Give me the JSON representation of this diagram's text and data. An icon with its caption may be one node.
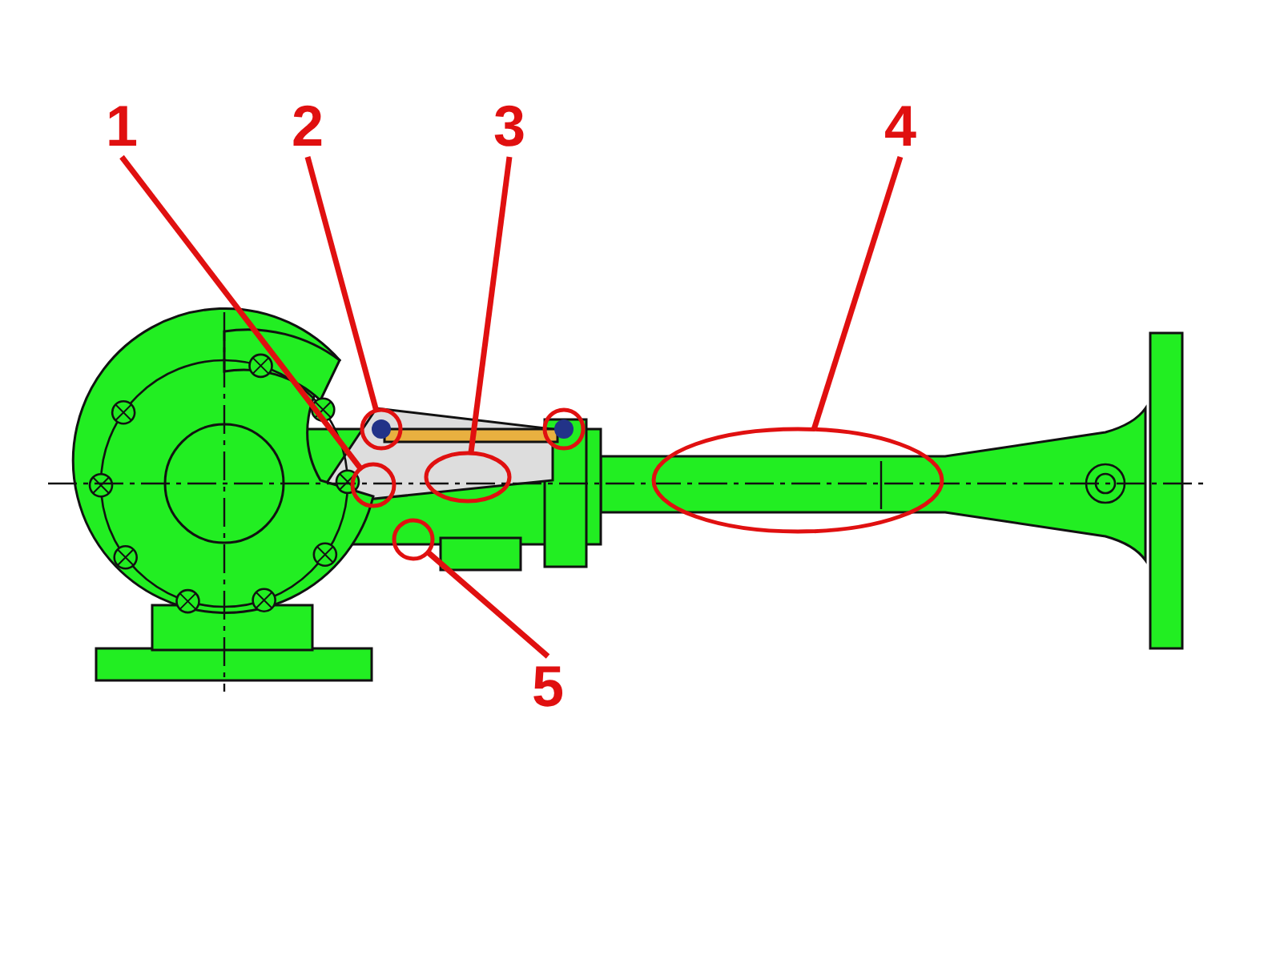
{
  "diagram": {
    "nodes": [
      {
        "text": [
          "1"
        ]
      },
      {
        "text": [
          "2"
        ]
      },
      {
        "text": [
          "3"
        ]
      },
      {
        "text": [
          "4"
        ]
      },
      {
        "text": [
          "5"
        ]
      },
      {
        "text": [],
        "shape": "circle"
      },
      {
        "text": [],
        "shape": "circle"
      },
      {
        "text": [],
        "shape": "circle"
      },
      {
        "text": [],
        "shape": "ellipse"
      },
      {
        "text": [],
        "shape": "circle"
      },
      {
        "text": [],
        "shape": "ellipse"
      }
    ],
    "edges": [
      {
        "from": 0,
        "to": 5,
        "arrow": "none"
      },
      {
        "from": 1,
        "to": 6,
        "arrow": "none"
      },
      {
        "from": 2,
        "to": 8,
        "arrow": "none"
      },
      {
        "from": 3,
        "to": 10,
        "arrow": "none"
      },
      {
        "from": 4,
        "to": 7,
        "arrow": "none"
      }
    ]
  }
}
